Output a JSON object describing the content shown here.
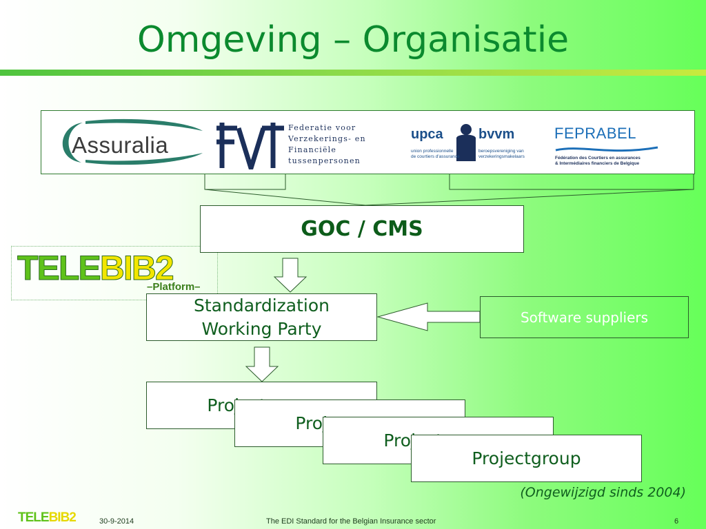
{
  "slide": {
    "title": "Omgeving – Organisatie",
    "note": "(Ongewijzigd sinds 2004)"
  },
  "logos": {
    "assuralia": "Assuralia",
    "fvt": {
      "mark": "fvt",
      "lines": [
        "Federatie voor",
        "Verzekerings- en",
        "Financiële",
        "tussenpersonen"
      ]
    },
    "upca": {
      "left_name": "upca",
      "right_name": "bvvm",
      "left_sub": [
        "union professionnelle",
        "de courtiers d'assurance"
      ],
      "right_sub": [
        "beroepsvereniging van",
        "verzekeringsmakelaars"
      ]
    },
    "feprabel": {
      "name": "FEPRABEL",
      "sub": [
        "Fédération des Courtiers en assurances",
        "& Intermédiaires financiers de Belgique"
      ]
    },
    "telebib": {
      "word_a": "TELE",
      "word_b": "BIB",
      "word_c": "2",
      "platform": "–Platform–"
    }
  },
  "boxes": {
    "goc": "GOC / CMS",
    "swp_line1": "Standardization",
    "swp_line2": "Working Party",
    "software": "Software suppliers",
    "projectgroups": [
      "Projectgroup",
      "Projectgroup",
      "Projectgroup",
      "Projectgroup"
    ]
  },
  "footer": {
    "logo_a": "TELE",
    "logo_b": "BIB",
    "logo_c": "2",
    "date": "30-9-2014",
    "title": "The EDI Standard for the Belgian Insurance sector",
    "page": "6"
  },
  "colors": {
    "title_green": "#0b8a2e",
    "box_text": "#0f5e1e",
    "telebib_green": "#5fc21a",
    "telebib_yellow": "#f2e600",
    "assuralia_swoosh": "#2a7d6a",
    "fvt_blue": "#1b2f5a",
    "upca_blue": "#1b4f8a",
    "feprabel_blue": "#1c6fb8"
  }
}
